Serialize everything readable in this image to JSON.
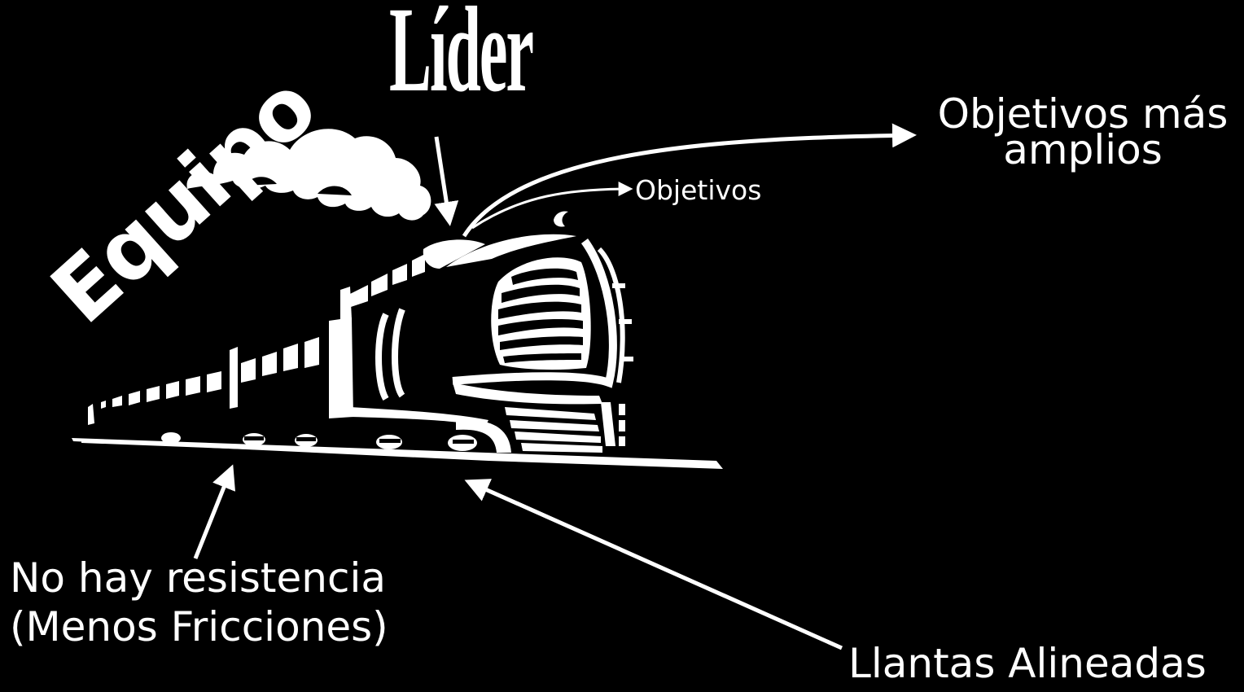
{
  "labels": {
    "leader": "Líder",
    "team": "Equipo",
    "goals": "Objetivos",
    "broader_goals_line1": "Objetivos más",
    "broader_goals_line2": "amplios",
    "no_resistance_line1": "No hay resistencia",
    "no_resistance_line2": "(Menos Fricciones)",
    "aligned_wheels": "Llantas Alineadas"
  },
  "colors": {
    "background": "#000000",
    "foreground": "#ffffff"
  },
  "icons": [
    "train-illustration",
    "smoke-cloud-icon",
    "arrow-icon"
  ]
}
